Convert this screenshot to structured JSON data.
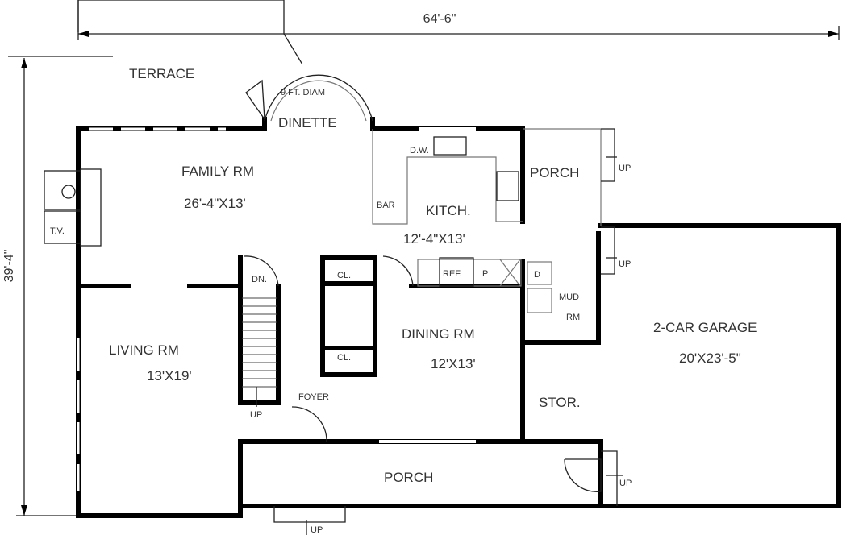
{
  "dimensions": {
    "width": "64'-6\"",
    "depth": "39'-4\""
  },
  "rooms": {
    "terrace": "TERRACE",
    "bay_note": "9 FT. DIAM",
    "dinette": "DINETTE",
    "family_rm": {
      "name": "FAMILY RM",
      "size": "26'-4\"X13'"
    },
    "kitchen": {
      "name": "KITCH.",
      "size": "12'-4\"X13'"
    },
    "porch_rear": "PORCH",
    "living_rm": {
      "name": "LIVING RM",
      "size": "13'X19'"
    },
    "dining_rm": {
      "name": "DINING RM",
      "size": "12'X13'"
    },
    "mud_rm": {
      "line1": "MUD",
      "line2": "RM"
    },
    "garage": {
      "name": "2-CAR GARAGE",
      "size": "20'X23'-5\""
    },
    "storage": "STOR.",
    "foyer": "FOYER",
    "porch_front": "PORCH"
  },
  "fixtures": {
    "dw": "D.W.",
    "bar": "BAR",
    "ref": "REF.",
    "pantry": "P",
    "dryer": "D",
    "tv": "T.V.",
    "closet_top": "CL.",
    "closet_bottom": "CL.",
    "stair_down": "DN."
  },
  "stairs_up": [
    "UP",
    "UP",
    "UP",
    "UP",
    "UP"
  ]
}
